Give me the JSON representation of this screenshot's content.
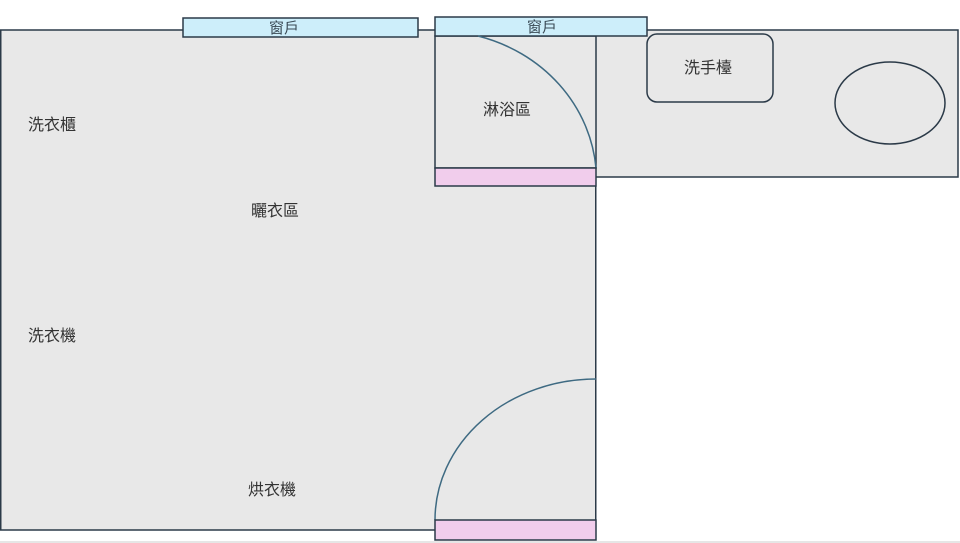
{
  "colors": {
    "floor": "#e8e8e8",
    "wall_stroke": "#2b3a48",
    "window_fill": "#cdeefa",
    "threshold_fill": "#f1cdec",
    "door_arc": "#3e6a82",
    "text": "#333333"
  },
  "windows": [
    {
      "label": "窗戶"
    },
    {
      "label": "窗戶"
    }
  ],
  "rooms": {
    "laundry": {
      "cabinet_label": "洗衣櫃",
      "drying_area_label": "曬衣區",
      "washer_label": "洗衣機",
      "dryer_label": "烘衣機"
    },
    "bathroom": {
      "shower_label": "淋浴區",
      "sink_cabinet_label": "洗手檯"
    }
  }
}
